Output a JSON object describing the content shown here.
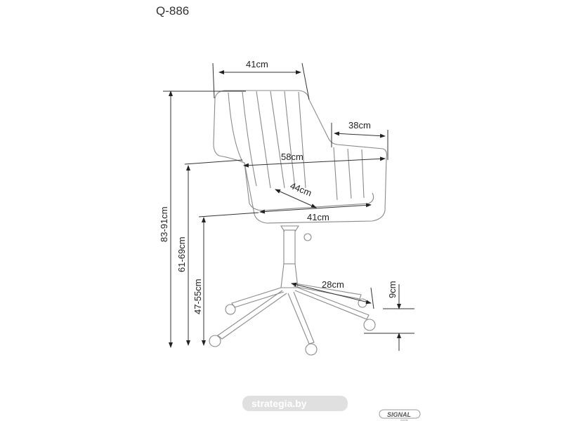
{
  "title": "Q-886",
  "dimensions": {
    "backrest_width": "41cm",
    "armrest_depth": "38cm",
    "total_width": "58cm",
    "seat_depth": "44cm",
    "seat_width": "41cm",
    "total_height": "83-91cm",
    "armrest_height": "61-69cm",
    "seat_height": "47-55cm",
    "base_radius": "28cm",
    "caster_height": "9cm"
  },
  "watermark": "strategia.by",
  "brand": {
    "name": "SIGNAL",
    "sub": "meble"
  }
}
